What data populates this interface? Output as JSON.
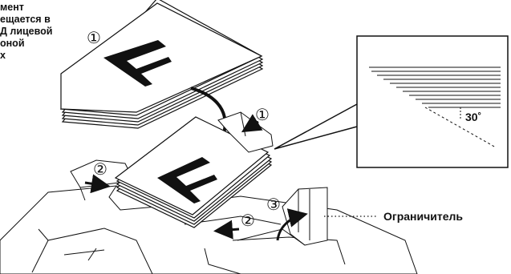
{
  "caption": {
    "lines": [
      "мент",
      "ещается в",
      "Д лицевой",
      "оной",
      "х"
    ]
  },
  "steps": {
    "one": "①",
    "two": "②",
    "three": "③"
  },
  "inset": {
    "angle_label": "30˚"
  },
  "stopper_label": "Ограничитель",
  "colors": {
    "ink": "#111111",
    "paper": "#ffffff"
  },
  "icons": [
    "circled-digit-one",
    "circled-digit-two",
    "circled-digit-three",
    "curved-arrow-down",
    "curved-arrow-up"
  ]
}
